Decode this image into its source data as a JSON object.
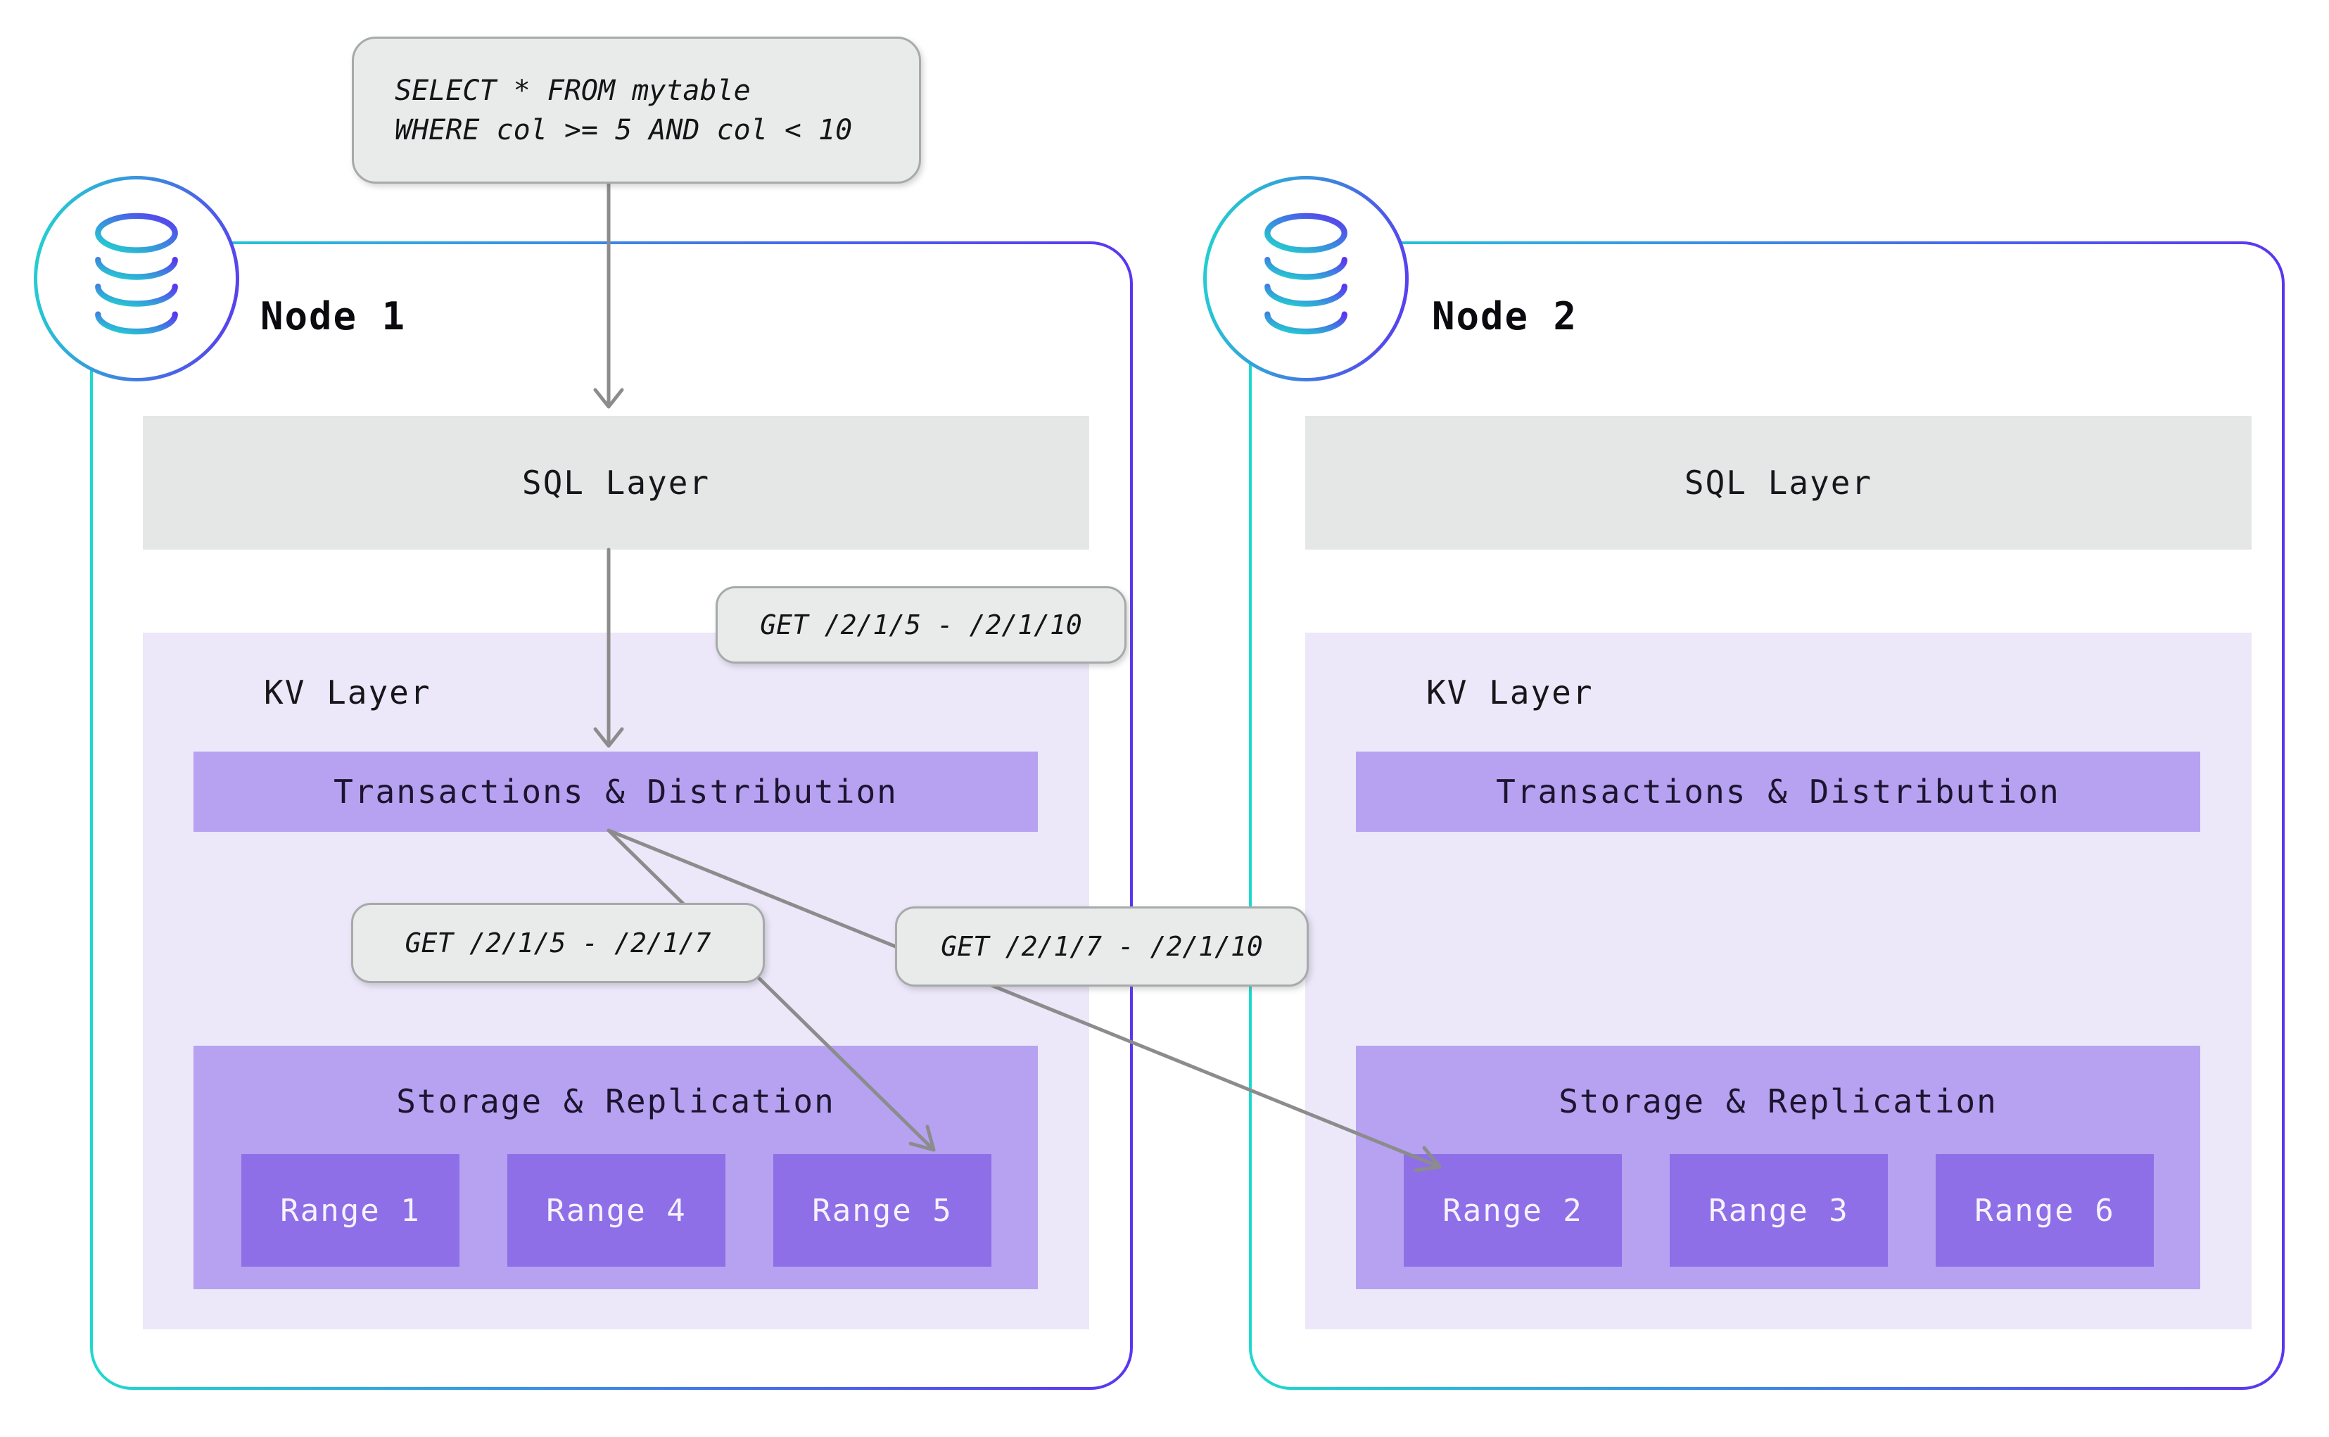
{
  "query": {
    "line1": "SELECT * FROM mytable",
    "line2": "WHERE col >= 5 AND col < 10"
  },
  "requests": {
    "sql_to_kv": "GET /2/1/5 - /2/1/10",
    "local_range": "GET /2/1/5 - /2/1/7",
    "remote_range": "GET /2/1/7 - /2/1/10"
  },
  "nodes": [
    {
      "title": "Node 1",
      "sql_layer": "SQL Layer",
      "kv_layer": "KV Layer",
      "transactions": "Transactions & Distribution",
      "storage": "Storage & Replication",
      "ranges": [
        "Range 1",
        "Range 4",
        "Range 5"
      ]
    },
    {
      "title": "Node 2",
      "sql_layer": "SQL Layer",
      "kv_layer": "KV Layer",
      "transactions": "Transactions & Distribution",
      "storage": "Storage & Replication",
      "ranges": [
        "Range 2",
        "Range 3",
        "Range 6"
      ]
    }
  ],
  "palette": {
    "accent_cyan": "#1fd9ce",
    "accent_purple": "#5b36f0",
    "sql_layer_gray": "#e5e7e7",
    "kv_layer_lavender": "#ece7f9",
    "block_purple": "#b6a2f1",
    "range_purple": "#8e6fe7",
    "range_text": "#f5f2fe",
    "arrow_gray": "#8c8c8c",
    "callout_fill": "#e9ebea",
    "callout_border": "#a6aaaa"
  }
}
